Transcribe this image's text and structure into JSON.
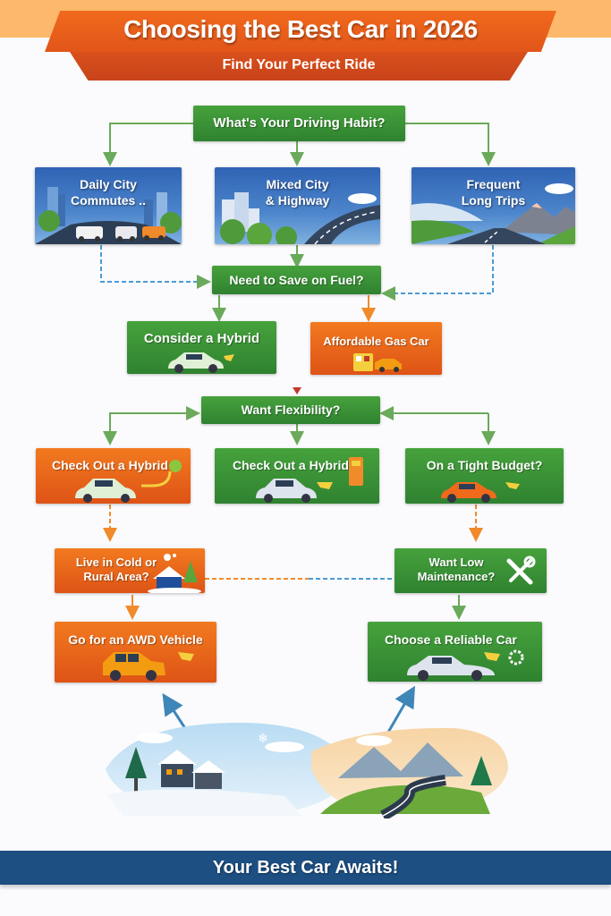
{
  "header": {
    "title": "Choosing the Best Car in 2026",
    "subtitle": "Find Your Perfect Ride"
  },
  "colors": {
    "green": "#3a923a",
    "orange": "#ea6a1c",
    "blue_banner": "#1d4f82",
    "connector_blue": "#4a9bd6",
    "connector_green": "#6aaa5a",
    "connector_orange": "#f08a2a"
  },
  "flow": {
    "start": {
      "label": "What's Your Driving Habit?"
    },
    "habits": [
      {
        "label_line1": "Daily City",
        "label_line2": "Commutes ..",
        "icon": "city-traffic-scene"
      },
      {
        "label_line1": "Mixed City",
        "label_line2": "& Highway",
        "icon": "city-highway-scene"
      },
      {
        "label_line1": "Frequent",
        "label_line2": "Long Trips",
        "icon": "mountain-road-scene"
      }
    ],
    "fuel_question": {
      "label": "Need to Save on Fuel?"
    },
    "fuel_answers": [
      {
        "label": "Consider a Hybrid",
        "icon": "hybrid-car-icon"
      },
      {
        "label": "Affordable Gas Car",
        "icon": "gas-pump-car-icon"
      }
    ],
    "flex_question": {
      "label": "Want Flexibility?"
    },
    "flex_answers": [
      {
        "label": "Check Out a Hybrid",
        "icon": "plug-in-car-icon"
      },
      {
        "label": "Check Out a Hybrid",
        "icon": "charging-station-car-icon"
      },
      {
        "label": "On a Tight Budget?",
        "icon": "orange-car-icon"
      }
    ],
    "cold_question": {
      "label_line1": "Live in Cold or",
      "label_line2": "Rural Area?",
      "icon": "snowy-house-icon"
    },
    "maintenance_question": {
      "label_line1": "Want Low",
      "label_line2": "Maintenance?",
      "icon": "wrench-screwdriver-icon"
    },
    "results": [
      {
        "label": "Go for an AWD Vehicle",
        "icon": "awd-suv-icon"
      },
      {
        "label": "Choose a Reliable Car",
        "icon": "reliable-car-gear-icon"
      }
    ]
  },
  "footer": {
    "label": "Your Best Car Awaits!"
  }
}
